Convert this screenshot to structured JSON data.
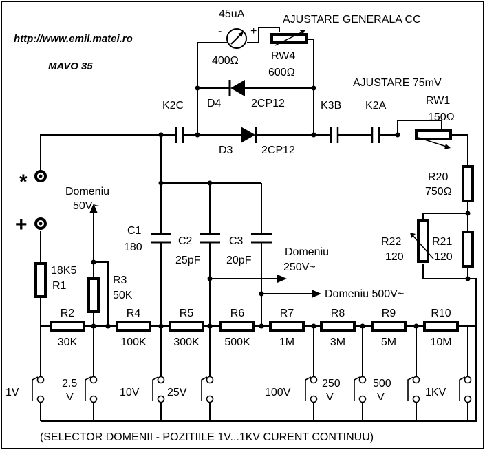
{
  "header": {
    "url": "http://www.emil.matei.ro",
    "model": "MAVO 35",
    "adjust_general": "AJUSTARE GENERALA CC",
    "adjust_75": "AJUSTARE 75mV"
  },
  "meter": {
    "current": "45uA",
    "resistance": "400Ω",
    "minus": "-",
    "plus": "+"
  },
  "components": {
    "rw4": "RW4",
    "rw4_val": "600Ω",
    "rw1": "RW1",
    "rw1_val": "150Ω",
    "d4": "D4",
    "d4_val": "2CP12",
    "d3": "D3",
    "d3_val": "2CP12",
    "k2c": "K2C",
    "k3b": "K3B",
    "k2a": "K2A",
    "r20": "R20",
    "r20_val": "750Ω",
    "r22": "R22",
    "r22_val": "120",
    "r21": "R21",
    "r21_val": "120",
    "r1": "18K5",
    "r1_name": "R1",
    "r3": "R3",
    "r3_val": "50K",
    "c1": "C1",
    "c1_val": "180",
    "c2": "C2",
    "c2_val": "25pF",
    "c3": "C3",
    "c3_val": "20pF",
    "chain": [
      {
        "name": "R2",
        "value": "30K"
      },
      {
        "name": "R4",
        "value": "100K"
      },
      {
        "name": "R5",
        "value": "300K"
      },
      {
        "name": "R6",
        "value": "500K"
      },
      {
        "name": "R7",
        "value": "1M"
      },
      {
        "name": "R8",
        "value": "3M"
      },
      {
        "name": "R9",
        "value": "5M"
      },
      {
        "name": "R10",
        "value": "10M"
      }
    ]
  },
  "terminals": {
    "common": "*",
    "positive": "+"
  },
  "ranges": {
    "d50_a": "Domeniu",
    "d50_b": "50V~",
    "d250_a": "Domeniu",
    "d250_b": "250V~",
    "d500": "Domeniu  500V~",
    "positions": [
      {
        "a": "1V",
        "b": ""
      },
      {
        "a": "2.5",
        "b": "V"
      },
      {
        "a": "10V",
        "b": ""
      },
      {
        "a": "25V",
        "b": ""
      },
      {
        "a": "100V",
        "b": ""
      },
      {
        "a": "250",
        "b": "V"
      },
      {
        "a": "500",
        "b": "V"
      },
      {
        "a": "1KV",
        "b": ""
      }
    ]
  },
  "footer": "(SELECTOR DOMENII - POZITIILE 1V...1KV CURENT CONTINUU)"
}
